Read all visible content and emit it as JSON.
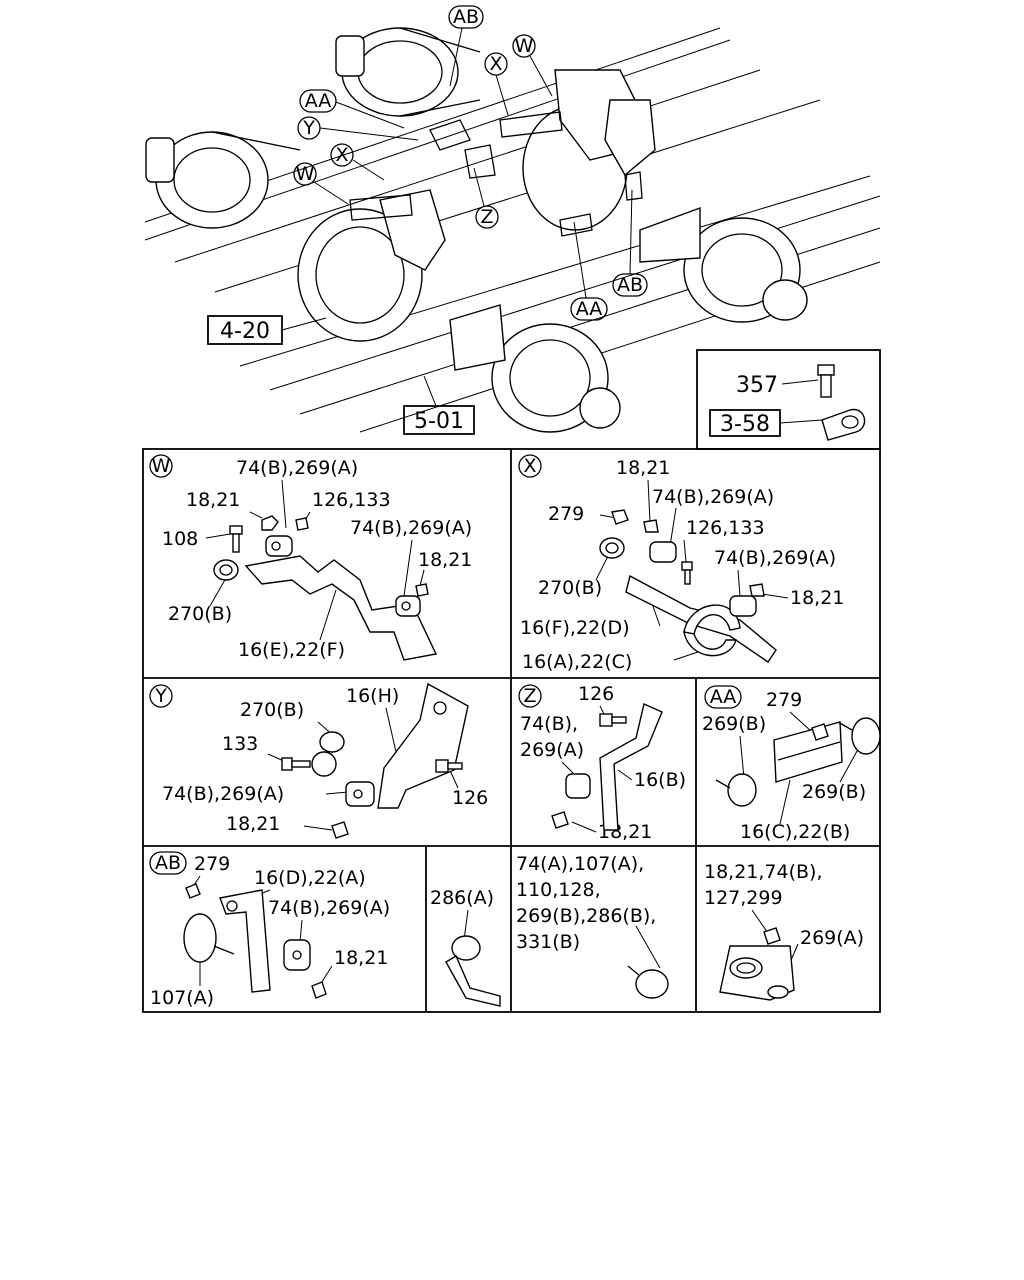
{
  "overview": {
    "callouts": {
      "ab_top": "AB",
      "w_top": "W",
      "x_top": "X",
      "aa_left": "AA",
      "y_left": "Y",
      "x_left": "X",
      "w_left": "W",
      "z_mid": "Z",
      "ab_right": "AB",
      "aa_bottom": "AA"
    },
    "refs": {
      "ref_4_20": "4-20",
      "ref_5_01": "5-01"
    }
  },
  "inset": {
    "bolt": "357",
    "ref": "3-58"
  },
  "panels": {
    "w": {
      "tag": "W",
      "l1": "74(B),269(A)",
      "l2": "18,21",
      "l3": "126,133",
      "l4": "74(B),269(A)",
      "l5": "108",
      "l6": "18,21",
      "l7": "270(B)",
      "l8": "16(E),22(F)"
    },
    "x": {
      "tag": "X",
      "l1": "18,21",
      "l2": "74(B),269(A)",
      "l3": "279",
      "l4": "126,133",
      "l5": "74(B),269(A)",
      "l6": "270(B)",
      "l7": "18,21",
      "l8": "16(F),22(D)",
      "l9": "16(A),22(C)"
    },
    "y": {
      "tag": "Y",
      "l1": "16(H)",
      "l2": "270(B)",
      "l3": "133",
      "l4": "74(B),269(A)",
      "l5": "126",
      "l6": "18,21"
    },
    "z": {
      "tag": "Z",
      "l1": "126",
      "l2": "74(B),",
      "l3": "269(A)",
      "l4": "16(B)",
      "l5": "18,21"
    },
    "aa": {
      "tag": "AA",
      "l1": "279",
      "l2": "269(B)",
      "l3": "269(B)",
      "l4": "16(C),22(B)"
    },
    "ab": {
      "tag": "AB",
      "l1": "279",
      "l2": "16(D),22(A)",
      "l3": "74(B),269(A)",
      "l4": "18,21",
      "l5": "107(A)"
    },
    "p286": {
      "l1": "286(A)"
    },
    "clamp": {
      "l1": "74(A),107(A),",
      "l2": "110,128,",
      "l3": "269(B),286(B),",
      "l4": "331(B)"
    },
    "mount": {
      "l1": "18,21,74(B),",
      "l2": "127,299",
      "l3": "269(A)"
    }
  }
}
